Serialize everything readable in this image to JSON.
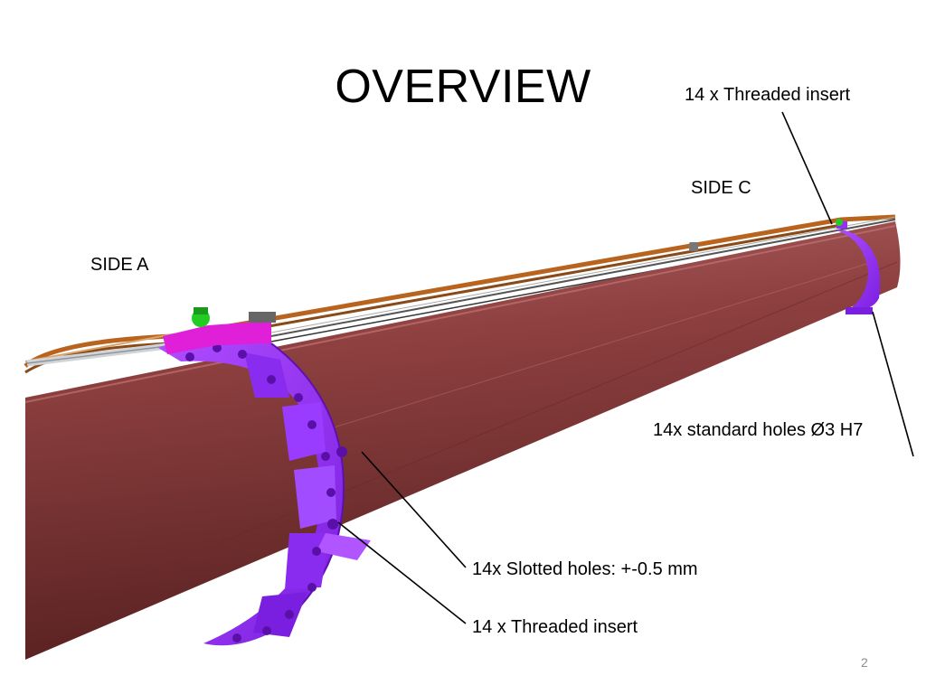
{
  "slide": {
    "title": "OVERVIEW",
    "page_number": "2"
  },
  "labels": {
    "threaded_insert_top": "14 x Threaded insert",
    "side_c": "SIDE C",
    "side_a": "SIDE A",
    "standard_holes": "14x standard holes Ø3 H7",
    "slotted_holes": "14x Slotted holes: +-0.5 mm",
    "threaded_insert_bottom": "14 x Threaded insert"
  },
  "colors": {
    "tube": "#8b3b3b",
    "tube_highlight": "#a85a5a",
    "tube_shadow": "#5e2424",
    "ring": "#9a2bff",
    "ring_dark": "#6a14c8",
    "knob": "#22cc22",
    "flange": "#e01fd8",
    "cable": "#b8641f",
    "rod": "#c0c4c8"
  }
}
